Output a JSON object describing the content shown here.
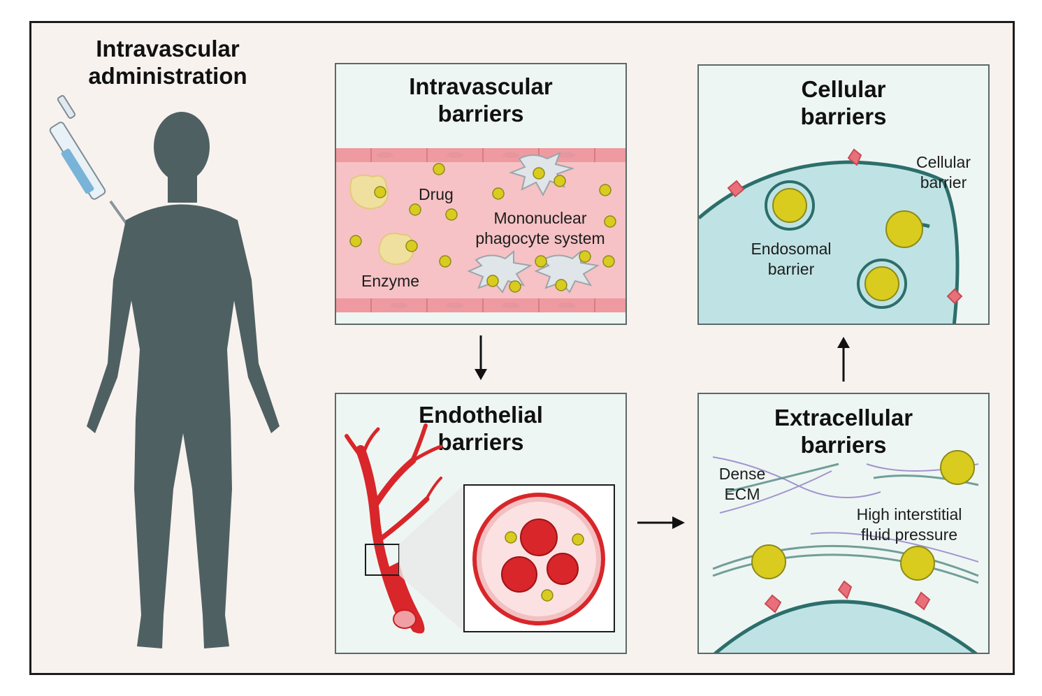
{
  "figure": {
    "administration": {
      "title": "Intravascular\nadministration"
    },
    "panels": {
      "intravascular": {
        "title": "Intravascular\nbarriers",
        "labels": {
          "drug": "Drug",
          "mps": "Mononuclear\nphagocyte system",
          "enzyme": "Enzyme"
        }
      },
      "endothelial": {
        "title": "Endothelial\nbarriers"
      },
      "extracellular": {
        "title": "Extracellular\nbarriers",
        "labels": {
          "ecm": "Dense\nECM",
          "pressure": "High interstitial\nfluid pressure"
        }
      },
      "cellular": {
        "title": "Cellular\nbarriers",
        "labels": {
          "cellular": "Cellular\nbarrier",
          "endosomal": "Endosomal\nbarrier"
        }
      }
    },
    "colors": {
      "silhouette": "#4f6062",
      "drug": "#d9cc1e",
      "vessel": "#f4b9bd",
      "blood_red": "#d8262a",
      "cell": "#bfe3e4",
      "membrane": "#2c6e6b",
      "frame_bg": "#f8f2ef"
    }
  }
}
